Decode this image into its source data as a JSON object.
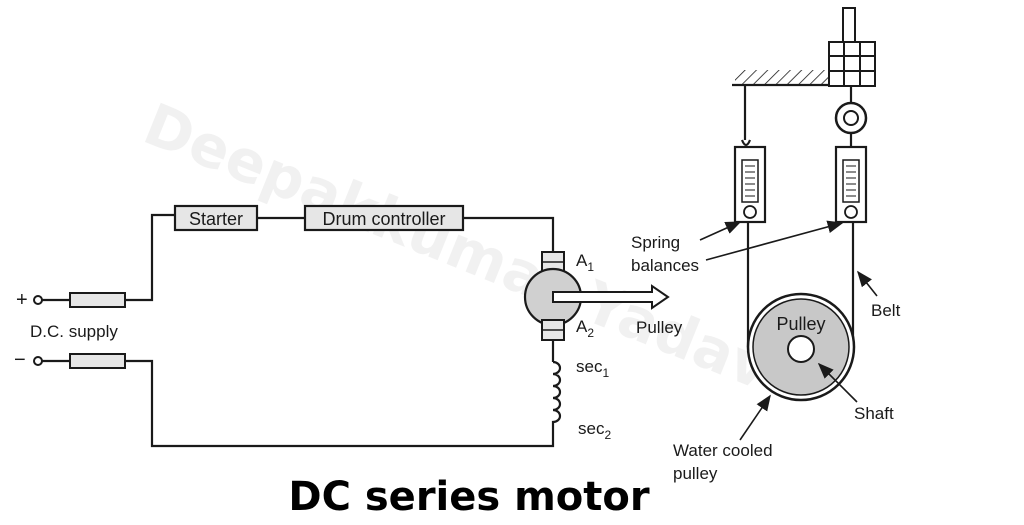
{
  "labels": {
    "starter": "Starter",
    "drum_controller": "Drum controller",
    "plus": "+",
    "minus": "−",
    "dc_supply": "D.C. supply",
    "a1": "A",
    "a1_sub": "1",
    "a2": "A",
    "a2_sub": "2",
    "sec1": "sec",
    "sec1_sub": "1",
    "sec2": "sec",
    "sec2_sub": "2",
    "pulley_arrow": "Pulley",
    "spring_1": "Spring",
    "spring_2": "balances",
    "belt": "Belt",
    "pulley_center": "Pulley",
    "shaft": "Shaft",
    "water_1": "Water cooled",
    "water_2": "pulley",
    "watermark": "Deepakkumar Yadav"
  },
  "title": "DC series motor",
  "colors": {
    "line": "#1a1a1a",
    "pulley_fill": "#c8c8c8",
    "box_fill": "#e6e6e6"
  }
}
